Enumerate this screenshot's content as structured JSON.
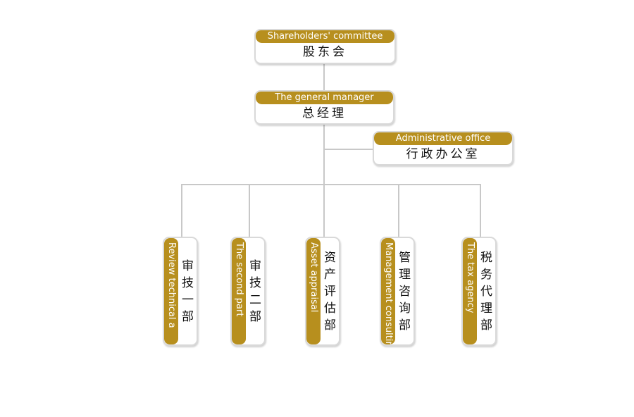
{
  "chart": {
    "shareholders": {
      "en": "Shareholders' committee",
      "cn": "股东会"
    },
    "general_manager": {
      "en": "The general manager",
      "cn": "总经理"
    },
    "admin_office": {
      "en": "Administrative office",
      "cn": "行政办公室"
    },
    "departments": [
      {
        "en": "Review technical a",
        "cn": "审技一部"
      },
      {
        "en": "The second part",
        "cn": "审技二部"
      },
      {
        "en": "Asset appraisal",
        "cn": "资产评估部"
      },
      {
        "en": "Management consulting",
        "cn": "管理咨询部"
      },
      {
        "en": "The tax agency",
        "cn": "税务代理部"
      }
    ]
  },
  "colors": {
    "accent": "#b78f1e",
    "connector": "#c8c8c8",
    "border": "#d9d9d9",
    "background": "#ffffff"
  }
}
